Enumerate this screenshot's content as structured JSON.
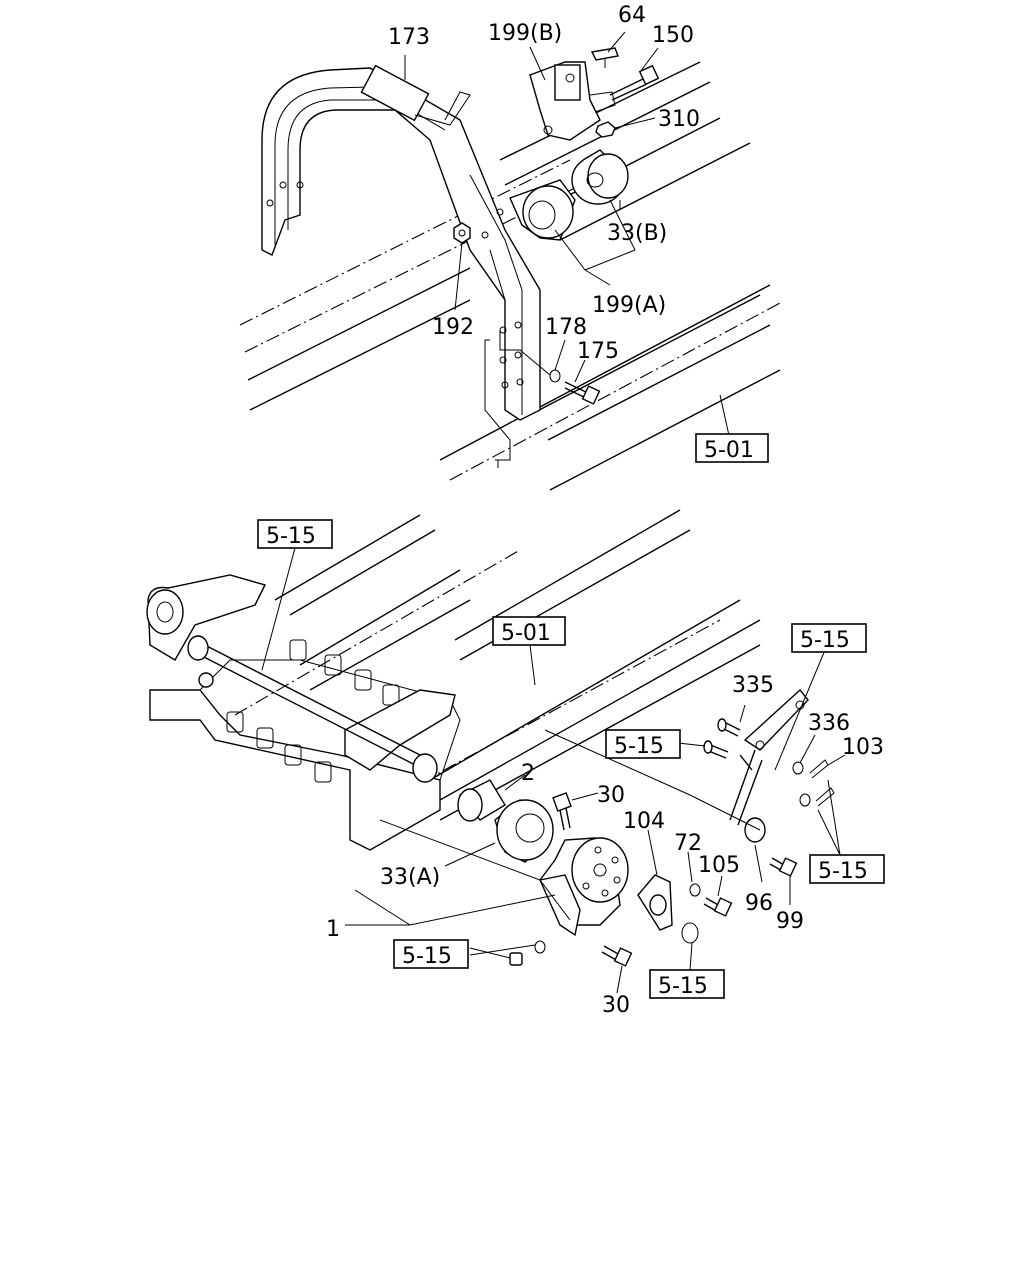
{
  "labels": {
    "p173": "173",
    "p199b": "199(B)",
    "p64": "64",
    "p150": "150",
    "p310": "310",
    "p33b": "33(B)",
    "p199a": "199(A)",
    "p192": "192",
    "p178": "178",
    "p175": "175",
    "p2": "2",
    "p30a": "30",
    "p30b": "30",
    "p104": "104",
    "p72": "72",
    "p105": "105",
    "p96": "96",
    "p99": "99",
    "p33a": "33(A)",
    "p1": "1",
    "p335": "335",
    "p336": "336",
    "p103": "103"
  },
  "refs": {
    "r501_top": "5-01",
    "r515_left": "5-15",
    "r501_mid": "5-01",
    "r515_right_top": "5-15",
    "r515_mid": "5-15",
    "r515_right_bottom": "5-15",
    "r515_bottom_left": "5-15",
    "r515_bottom_center": "5-15"
  }
}
